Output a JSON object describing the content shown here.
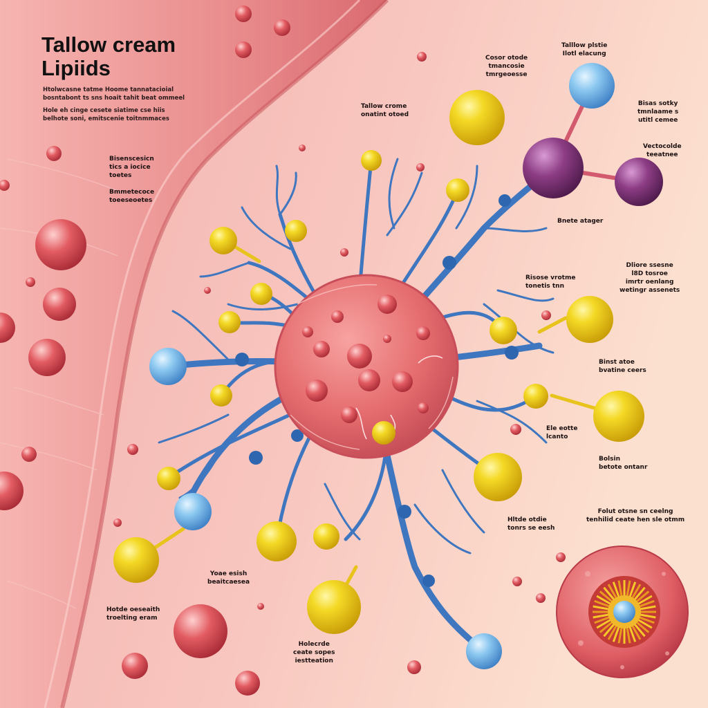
{
  "title": {
    "line1": "Tallow cream",
    "line2": "Lipiids"
  },
  "intro": {
    "paragraph1": [
      "Htolwcasne tatme Hoome tannatacioial",
      "bosntabont ts sns hoait tahit beat ommeel"
    ],
    "paragraph2": [
      "Hole eh cinge cesete siatime cse hiis",
      "belhote soni, emitscenie toitnmmaces"
    ]
  },
  "labels": {
    "top_center": [
      "Tallow crome",
      "onatint otoed"
    ],
    "top_mid_right": [
      "Cosor otode",
      "tmancosie",
      "tmrgeoesse"
    ],
    "top_right": [
      "Talllow plstie",
      "Ilotl elacung"
    ],
    "far_right_top": [
      "Bisas sotky",
      "tmnlaame s",
      "utitl cemee"
    ],
    "far_right_mid": [
      "Vectocolde",
      "teeatnee"
    ],
    "bond_label": [
      "Bnete atager"
    ],
    "left_upper": [
      "Bisenscesicn",
      "tics a iocice",
      "toetes"
    ],
    "left_lower": [
      "Bmmetecoce",
      "toeeseoetes"
    ],
    "right_mid1": [
      "Risose vrotme",
      "tonetis tnn"
    ],
    "right_mid2": [
      "Dliore ssesne",
      "l8D tosroe",
      "imrtr oenlang",
      "wetingr assenets"
    ],
    "right_mid3": [
      "Binst atoe",
      "bvatine ceers"
    ],
    "right_mid4": [
      "Ele eotte",
      "lcanto"
    ],
    "right_mid5": [
      "Bolsin",
      "betote ontanr"
    ],
    "center_lower_right": [
      "Hltde otdie",
      "tonrs se eesh"
    ],
    "far_right_lower": [
      "Folut otsne sn ceelng",
      "tenhilid ceate hen sle otmm"
    ],
    "center_lower_left": [
      "Yoae esish",
      "beaitcaesea"
    ],
    "bottom_left": [
      "Hotde oeseaith",
      "troelting eram"
    ],
    "bottom_center": [
      "Holecrde",
      "ceate sopes",
      "iestteation"
    ]
  },
  "colors": {
    "background": "#f9c9c0",
    "tissue": "#ea8f8e",
    "network": "#3e76bf",
    "lipid_yellow": "#f1d22a",
    "lipid_blue": "#86c3ee",
    "lipid_purple": "#8a3a80",
    "cell": "#e66a6a",
    "text": "#1a1010"
  }
}
